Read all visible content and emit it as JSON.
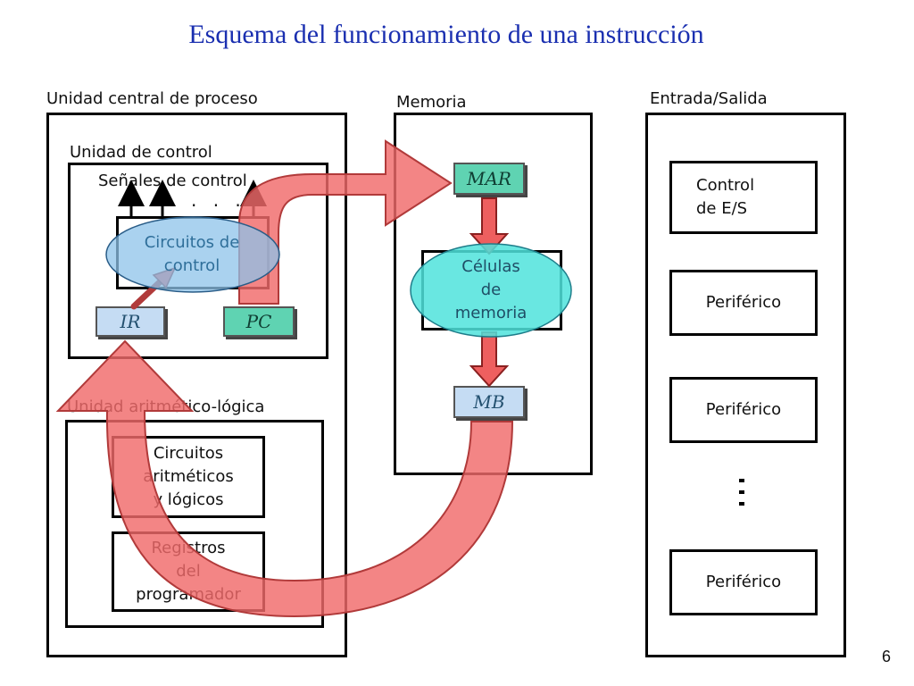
{
  "title": "Esquema del funcionamiento de una instrucción",
  "page_number": "6",
  "cpu": {
    "label": "Unidad central de proceso",
    "control_unit": {
      "label": "Unidad de control",
      "signals_label": "Señales de control",
      "signals_dots": ". . .",
      "circuits_label": "Circuitos de\ncontrol",
      "ir_label": "IR",
      "pc_label": "PC"
    },
    "alu": {
      "label": "Unidad aritmético-lógica",
      "arith_label": "Circuitos\naritméticos\ny lógicos",
      "regs_label": "Registros\ndel\nprogramador"
    }
  },
  "memory": {
    "label": "Memoria",
    "mar_label": "MAR",
    "cells_label": "Células\nde\nmemoria",
    "mb_label": "MB"
  },
  "io": {
    "label": "Entrada/Salida",
    "control_label": "Control\nde E/S",
    "peripherals": [
      "Periférico",
      "Periférico",
      "Periférico"
    ]
  },
  "colors": {
    "title": "#1a2fb0",
    "flow_arrow": "#f06a6a",
    "highlight_ellipse_blue": "#8ec3ea",
    "highlight_ellipse_cyan": "#4fe3dc",
    "register_blue": "#c5dcf3",
    "register_green": "#5fd3b2"
  }
}
